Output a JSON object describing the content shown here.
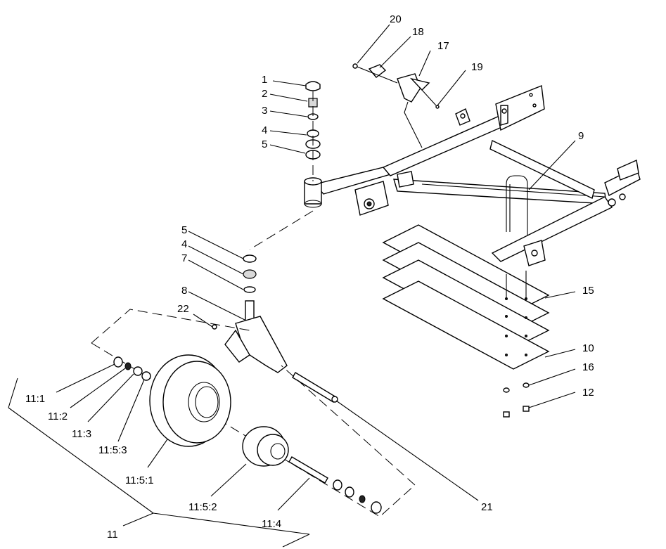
{
  "callouts": {
    "c1": "1",
    "c2": "2",
    "c3": "3",
    "c4a": "4",
    "c5a": "5",
    "c5b": "5",
    "c4b": "4",
    "c7": "7",
    "c8": "8",
    "c22": "22",
    "c20": "20",
    "c18": "18",
    "c17": "17",
    "c19": "19",
    "c9": "9",
    "c15": "15",
    "c10": "10",
    "c16": "16",
    "c12": "12",
    "c11_1": "11:1",
    "c11_2": "11:2",
    "c11_3": "11:3",
    "c11_5_3": "11:5:3",
    "c11_5_1": "11:5:1",
    "c11_5_2": "11:5:2",
    "c11_4": "11:4",
    "c11": "11",
    "c21": "21"
  }
}
